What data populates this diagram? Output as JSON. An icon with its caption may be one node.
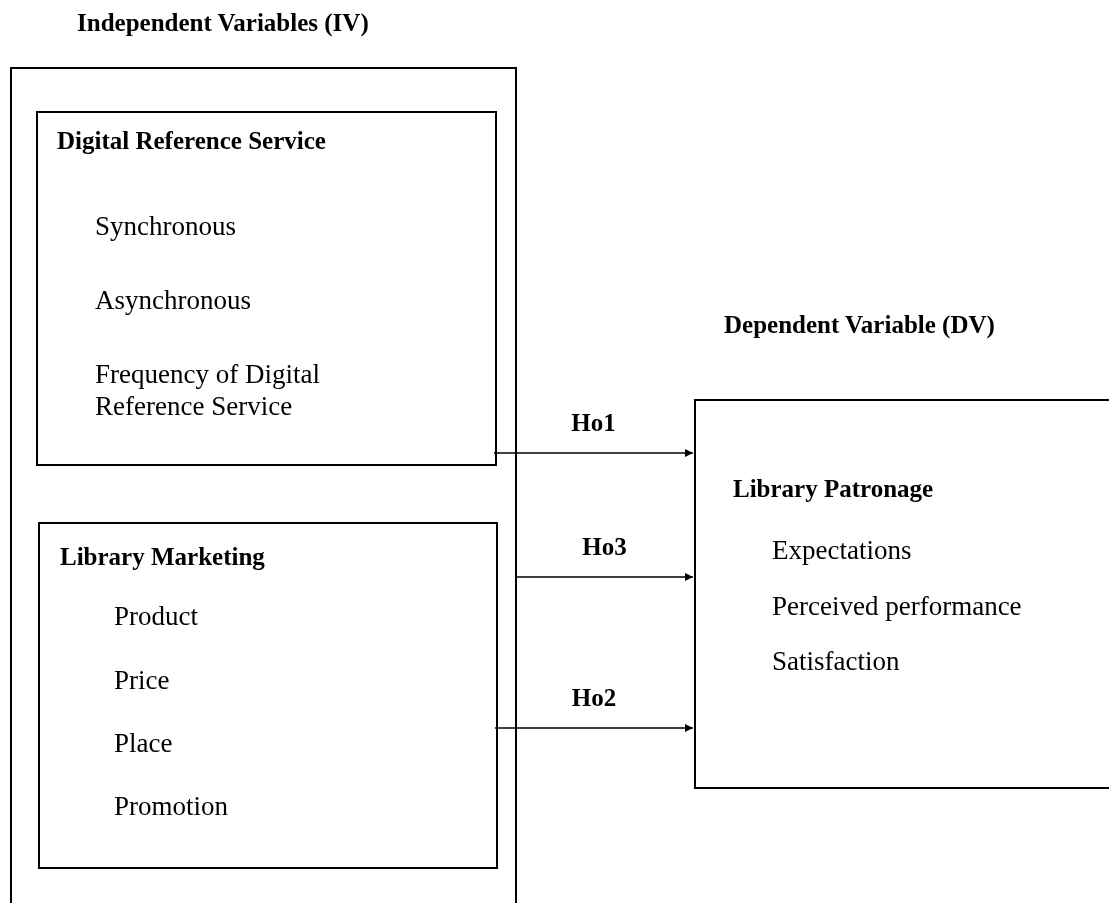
{
  "diagram": {
    "nodes": [
      {
        "text": [
          "Independent Variables (IV)"
        ]
      },
      {
        "text": [
          "Digital Reference Service",
          "Synchronous",
          "Asynchronous",
          "Frequency of Digital Reference Service"
        ],
        "in": 0
      },
      {
        "text": [
          "Library Marketing",
          "Product",
          "Price",
          "Place",
          "Promotion"
        ],
        "in": 0
      },
      {
        "text": [
          "Dependent Variable (DV)",
          "Library Patronage",
          "Expectations",
          "Perceived performance",
          "Satisfaction"
        ]
      }
    ],
    "edges": [
      {
        "from": 1,
        "to": 3,
        "arrow": "to",
        "label": "Ho1"
      },
      {
        "from": 0,
        "to": 3,
        "arrow": "to",
        "label": "Ho3"
      },
      {
        "from": 2,
        "to": 3,
        "arrow": "to",
        "label": "Ho2"
      }
    ]
  }
}
